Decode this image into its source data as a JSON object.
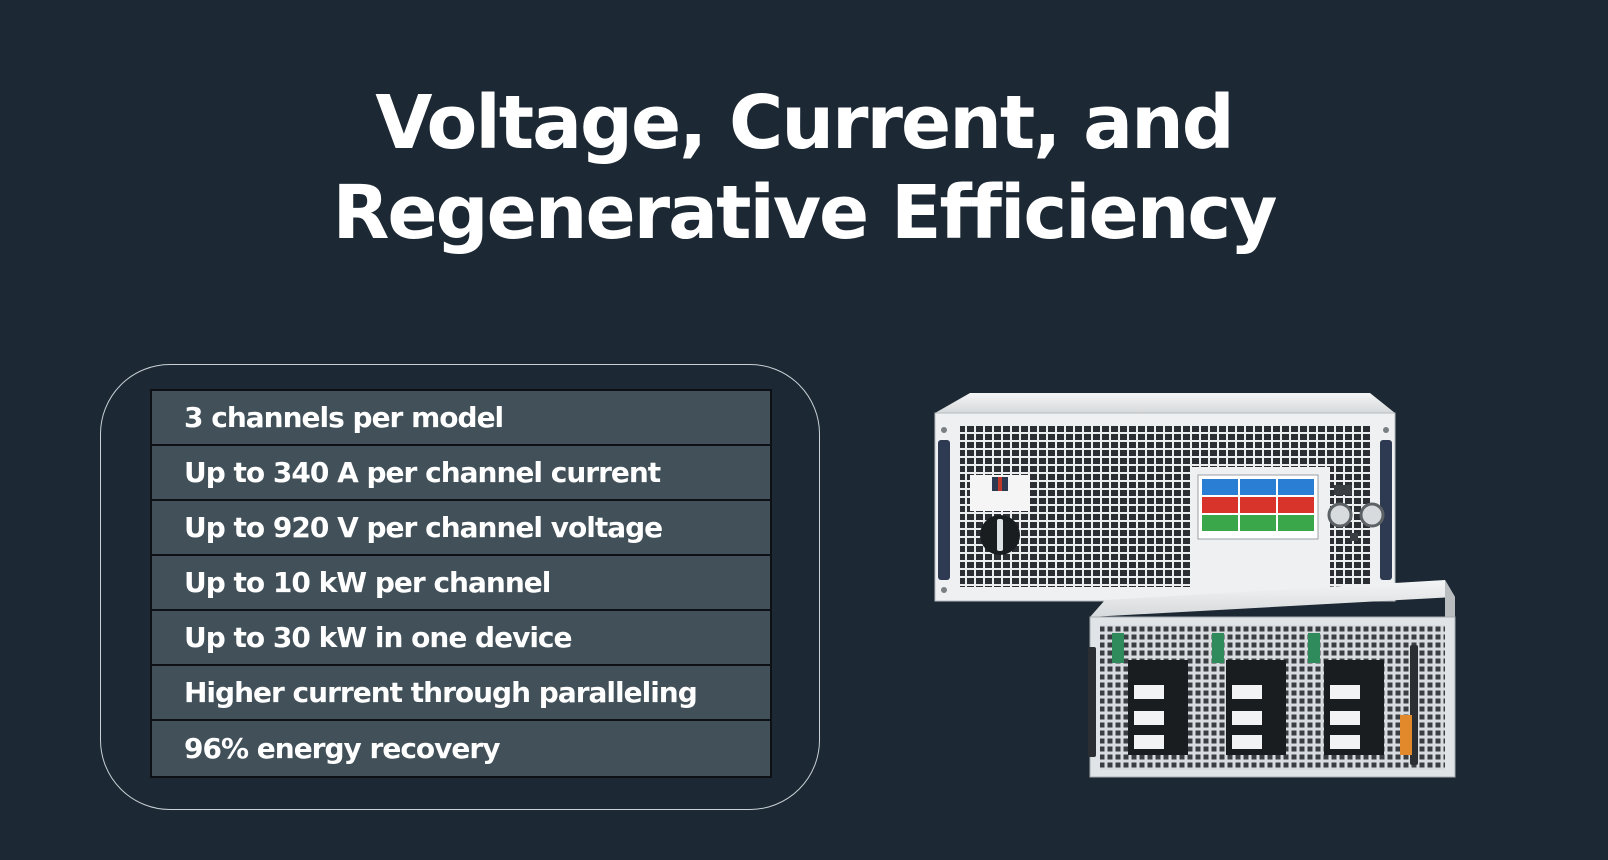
{
  "title": {
    "line1": "Voltage, Current, and",
    "line2": "Regenerative Efficiency"
  },
  "features": [
    "3 channels per model",
    "Up to 340 A per channel current",
    "Up to 920 V per channel voltage",
    "Up to 10 kW per channel",
    "Up to 30 kW in one device",
    "Higher current through paralleling",
    "96% energy recovery"
  ],
  "colors": {
    "background": "#1c2833",
    "row_background": "#415059",
    "row_border": "#0d1115",
    "panel_border": "#c9d0d6",
    "text": "#ffffff"
  },
  "product_image": {
    "icon": "power-supply-unit-icon"
  }
}
